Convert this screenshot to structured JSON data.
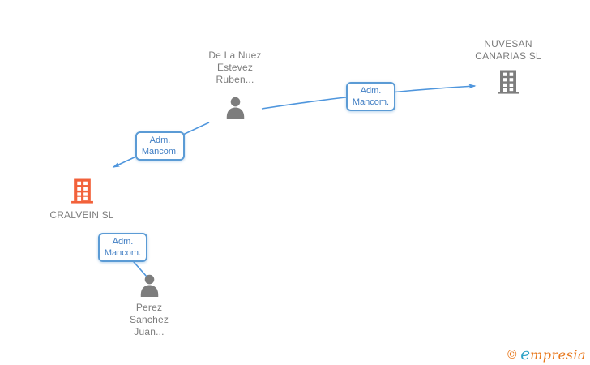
{
  "diagram": {
    "nodes": {
      "de_la_nuez": {
        "type": "person",
        "line1": "De La Nuez",
        "line2": "Estevez",
        "line3": "Ruben..."
      },
      "nuvesan": {
        "type": "company",
        "line1": "NUVESAN",
        "line2": "CANARIAS SL"
      },
      "cralvein": {
        "type": "company",
        "highlighted": true,
        "line1": "CRALVEIN SL"
      },
      "perez": {
        "type": "person",
        "line1": "Perez",
        "line2": "Sanchez",
        "line3": "Juan..."
      }
    },
    "edges": {
      "de_la_nuez_to_nuvesan": {
        "label": "Adm. Mancom."
      },
      "de_la_nuez_to_cralvein": {
        "label": "Adm. Mancom."
      },
      "perez_to_cralvein": {
        "label": "Adm. Mancom."
      }
    },
    "colors": {
      "edge_line_blue": "#4f96dd",
      "edge_label_text_blue": "#3f7dc3",
      "edge_label_border_blue": "#5b9bd5",
      "node_icon_gray": "#7d7d7d",
      "node_text_gray": "#7c7c7c",
      "highlight_orange": "#f2613a"
    }
  },
  "watermark": {
    "copyright_symbol": "©",
    "brand_initial": "e",
    "brand_rest": "mpresia",
    "brand_orange": "#e8791e",
    "brand_blue": "#2fa3c6"
  }
}
